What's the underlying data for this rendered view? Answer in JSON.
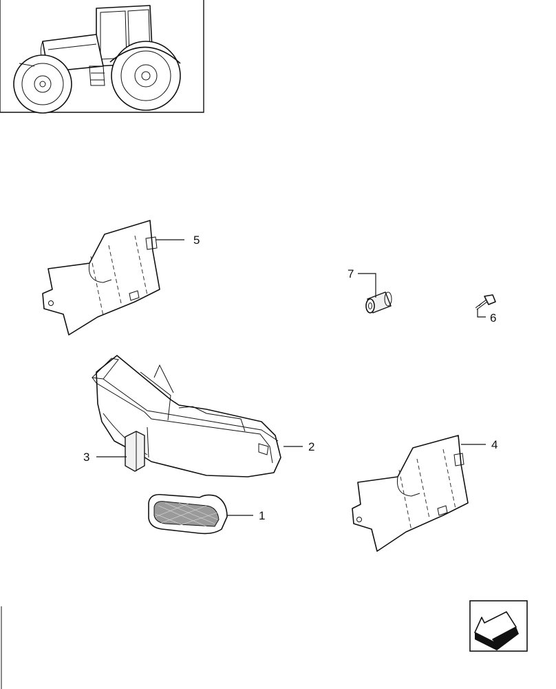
{
  "diagram": {
    "callouts": [
      {
        "id": "1",
        "text": "1",
        "part": "reflector-lens"
      },
      {
        "id": "2",
        "text": "2",
        "part": "light-housing"
      },
      {
        "id": "3",
        "text": "3",
        "part": "side-reflector"
      },
      {
        "id": "4",
        "text": "4",
        "part": "right-bracket"
      },
      {
        "id": "5",
        "text": "5",
        "part": "left-bracket"
      },
      {
        "id": "6",
        "text": "6",
        "part": "screw"
      },
      {
        "id": "7",
        "text": "7",
        "part": "spacer"
      }
    ],
    "orientation_icon": "arrow-down-left-icon",
    "thumbnail_icon": "tractor-icon"
  }
}
